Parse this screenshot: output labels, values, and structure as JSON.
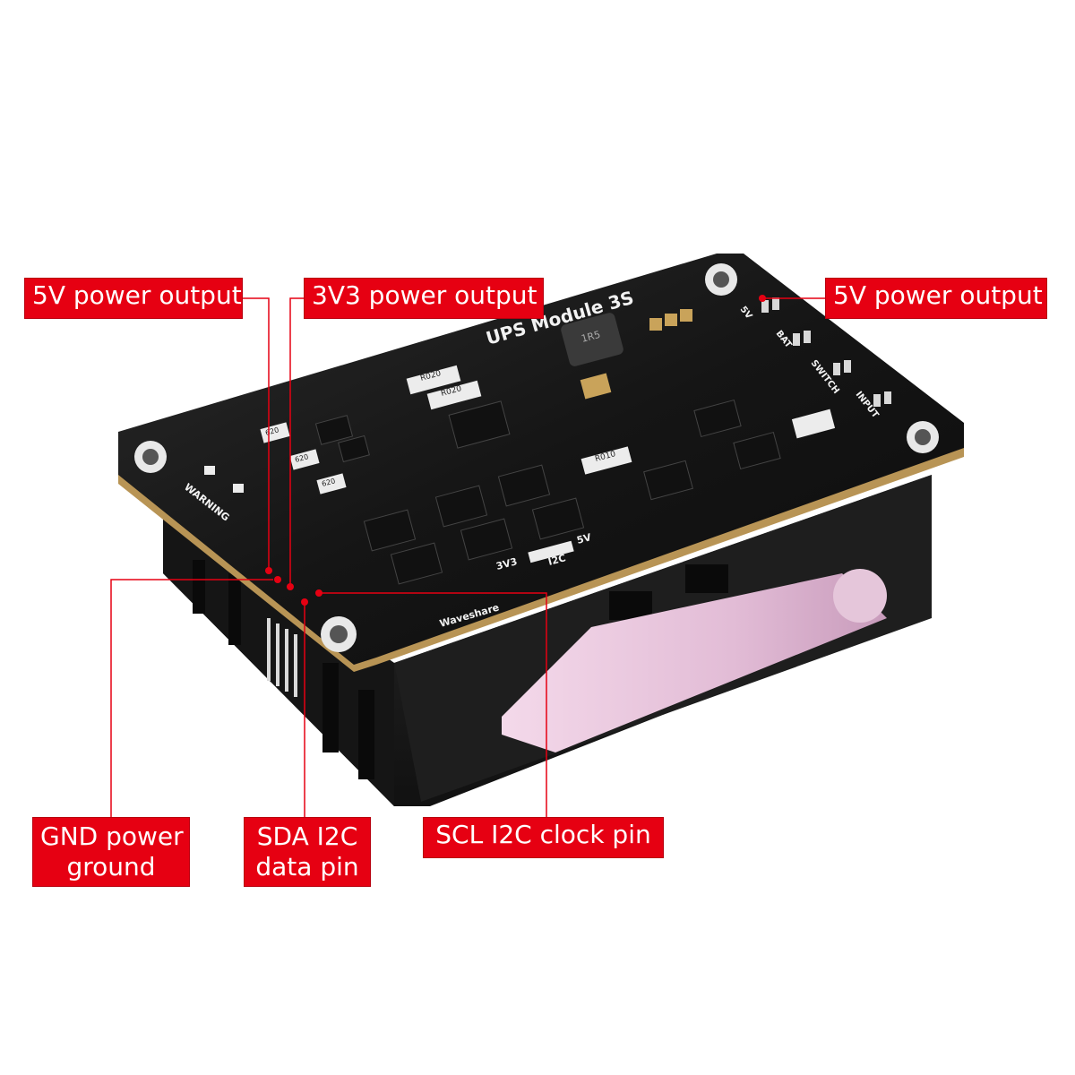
{
  "callouts": {
    "power_5v_left": "5V power output",
    "power_3v3": "3V3 power output",
    "power_5v_right": "5V power output",
    "gnd": [
      "GND power",
      "ground"
    ],
    "sda": [
      "SDA I2C",
      "data pin"
    ],
    "scl": "SCL I2C clock pin"
  },
  "board": {
    "title": "UPS Module 3S",
    "brand": "Waveshare",
    "warning": "WARNING",
    "pins_right": [
      "5V",
      "BAT",
      "SWITCH",
      "INPUT"
    ],
    "header_labels": [
      "3V3",
      "I2C",
      "5V"
    ],
    "resistor_marks": [
      "R020",
      "R020",
      "R010",
      "620",
      "620",
      "620"
    ],
    "inductor_mark": "1R5"
  },
  "colors": {
    "callout_red": "#e60012",
    "pcb_black": "#141414",
    "holder_black": "#1b1b1b",
    "battery_pink": "#e8c3dc"
  }
}
